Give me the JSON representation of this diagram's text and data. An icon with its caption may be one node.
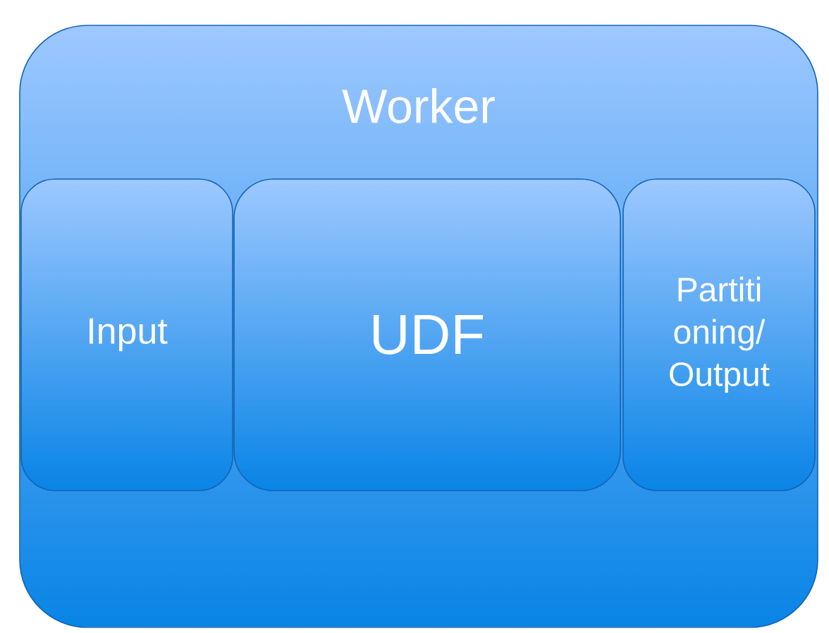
{
  "diagram": {
    "nodes": [
      {
        "text": [
          "Worker"
        ]
      },
      {
        "text": [
          "Input"
        ],
        "in": 0
      },
      {
        "text": [
          "UDF"
        ],
        "in": 0
      },
      {
        "text": [
          "Partiti oning/ Output"
        ],
        "in": 0
      }
    ]
  }
}
